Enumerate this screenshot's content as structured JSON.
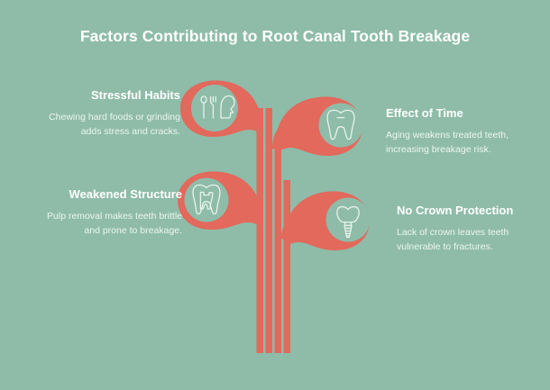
{
  "theme": {
    "background": "#8ebca9",
    "accent": "#e2695b",
    "text_primary": "#ffffff",
    "text_secondary": "#f2f7f4",
    "icon_stroke": "#e8f2ec"
  },
  "header": {
    "title": "Factors Contributing to Root Canal Tooth Breakage"
  },
  "graphic": {
    "name": "plant-diagram",
    "stem_count": 4,
    "leaf_count": 4
  },
  "blocks": [
    {
      "id": "stressful-habits",
      "heading": "Stressful Habits",
      "body": "Chewing hard foods or grinding adds stress and cracks.",
      "align": "right",
      "icon": "fork-spoon-head-icon"
    },
    {
      "id": "effect-of-time",
      "heading": "Effect of Time",
      "body": "Aging weakens treated teeth, increasing breakage risk.",
      "align": "left",
      "icon": "tooth-icon"
    },
    {
      "id": "weakened-structure",
      "heading": "Weakened Structure",
      "body": "Pulp removal makes teeth brittle and prone to breakage.",
      "align": "right",
      "icon": "tooth-pulp-icon"
    },
    {
      "id": "no-crown-protection",
      "heading": "No Crown Protection",
      "body": "Lack of crown leaves teeth vulnerable to fractures.",
      "align": "left",
      "icon": "dental-implant-icon"
    }
  ]
}
